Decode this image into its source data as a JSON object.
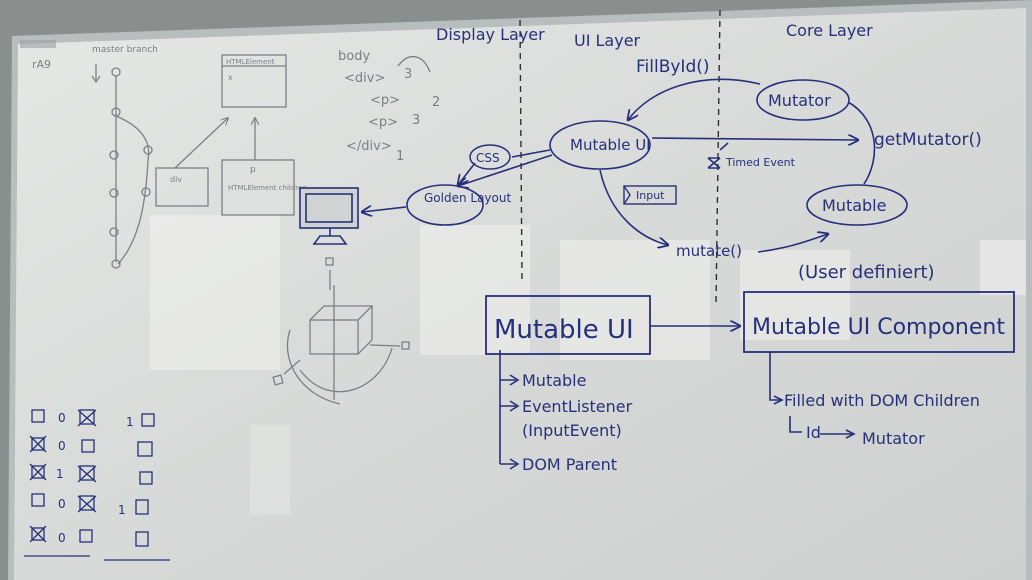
{
  "palette": {
    "wall": "#8a8f8e",
    "board": "#dcdedc",
    "frame": "#b8bdbd",
    "ink_blue": "#27307a",
    "pencil": "#7c7f86",
    "dashed_line": "#2e2e34"
  },
  "pencil_notes": {
    "tag": "rA9",
    "branch_label": "master branch",
    "html_element_box": "HTMLElement",
    "div_box": "div",
    "p_label": "p",
    "children_box": "HTMLElement children",
    "markup": [
      "body",
      "<div>",
      "<p>",
      "<p>",
      "</div>"
    ],
    "markup_counts": [
      "3",
      "2",
      "3",
      "1"
    ],
    "checklist": {
      "column_a": [
        "0",
        "0",
        "1",
        "0",
        "0"
      ],
      "column_b": [
        "1",
        "",
        "",
        "1",
        ""
      ]
    }
  },
  "labels": {
    "display_layer": "Display Layer",
    "ui_layer": "UI Layer",
    "core_layer": "Core Layer",
    "fill_by_id": "FillById()",
    "get_mutator": "getMutator()",
    "css": "CSS",
    "golden_layout": "Golden Layout",
    "mutable_ui_node": "Mutable UI",
    "timed_event": "Timed Event",
    "input": "Input",
    "mutate": "mutate()",
    "mutator": "Mutator",
    "mutable": "Mutable",
    "user_definiert": "(User definiert)",
    "mutable_ui_box": "Mutable UI",
    "mutable_ui_component_box": "Mutable UI Component",
    "mutable_ui_details": [
      "Mutable",
      "EventListener",
      "(InputEvent)",
      "DOM Parent"
    ],
    "component_details": [
      "Filled with DOM Children",
      "Id",
      "Mutator"
    ]
  }
}
